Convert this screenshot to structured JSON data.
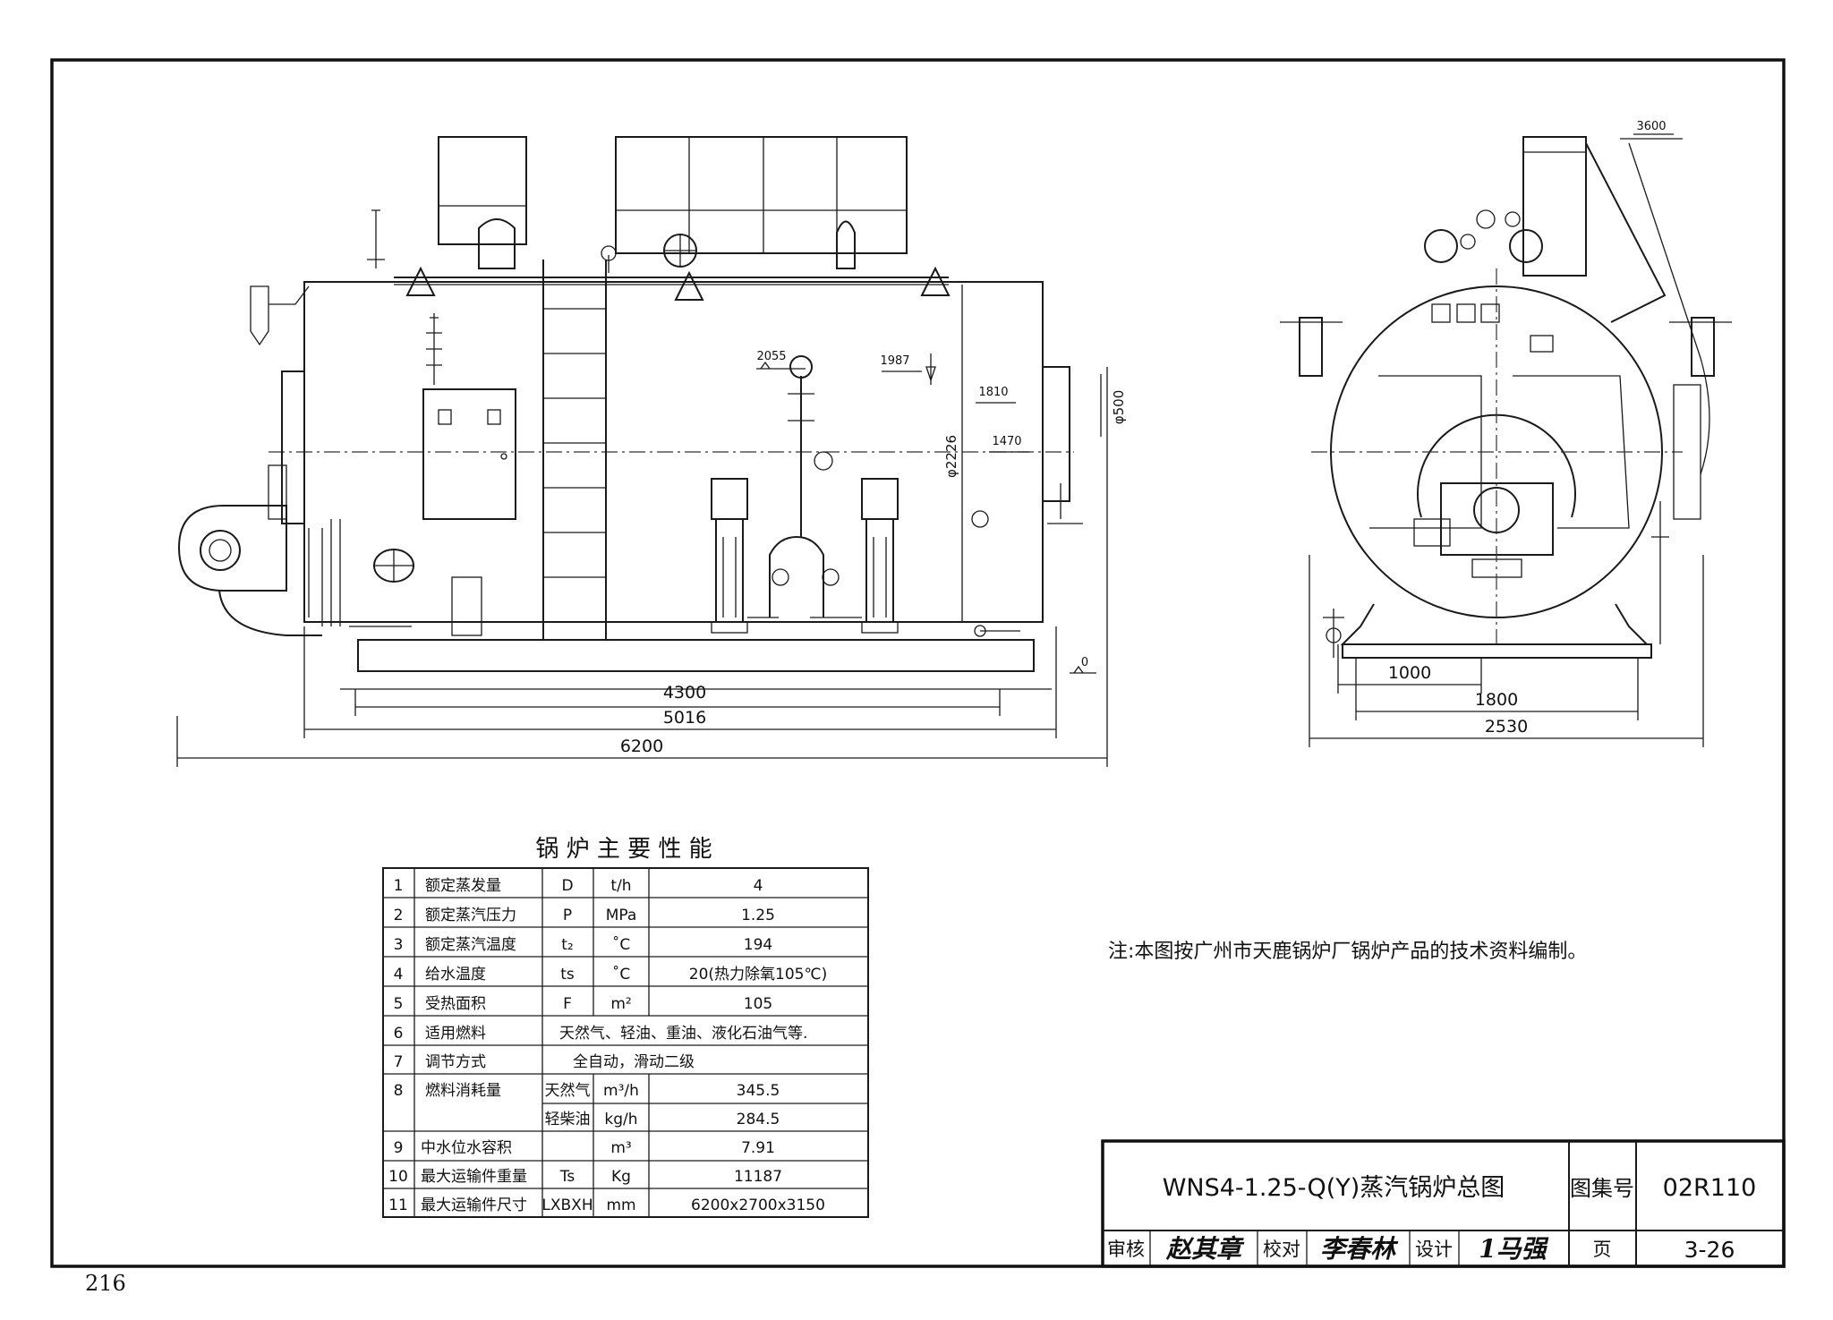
{
  "page_number": "216",
  "front_view": {
    "dims": {
      "d4300": "4300",
      "d5016": "5016",
      "d6200": "6200",
      "d2055": "2055",
      "d1987": "1987",
      "d1810": "1810",
      "d1470": "1470",
      "d0": "0",
      "phi500": "φ500",
      "phi2226": "φ2226"
    }
  },
  "side_view": {
    "dims": {
      "d3600": "3600",
      "d1000": "1000",
      "d1800": "1800",
      "d2530": "2530"
    }
  },
  "spec_table": {
    "title": "锅 炉 主 要 性 能",
    "rows": [
      {
        "no": "1",
        "name": "额定蒸发量",
        "sym": "D",
        "unit": "t/h",
        "value": "4"
      },
      {
        "no": "2",
        "name": "额定蒸汽压力",
        "sym": "P",
        "unit": "MPa",
        "value": "1.25"
      },
      {
        "no": "3",
        "name": "额定蒸汽温度",
        "sym": "t₂",
        "unit": "˚C",
        "value": "194"
      },
      {
        "no": "4",
        "name": "给水温度",
        "sym": "ts",
        "unit": "˚C",
        "value": "20(热力除氧105℃)"
      },
      {
        "no": "5",
        "name": "受热面积",
        "sym": "F",
        "unit": "m²",
        "value": "105"
      },
      {
        "no": "6",
        "name": "适用燃料",
        "wide": "天然气、轻油、重油、液化石油气等."
      },
      {
        "no": "7",
        "name": "调节方式",
        "wide": "全自动，滑动二级"
      },
      {
        "no": "8",
        "name": "燃料消耗量",
        "sub": [
          {
            "sym": "天然气",
            "unit": "m³/h",
            "value": "345.5"
          },
          {
            "sym": "轻柴油",
            "unit": "kg/h",
            "value": "284.5"
          }
        ]
      },
      {
        "no": "9",
        "name": "中水位水容积",
        "sym": "",
        "unit": "m³",
        "value": "7.91"
      },
      {
        "no": "10",
        "name": "最大运输件重量",
        "sym": "Ts",
        "unit": "Kg",
        "value": "11187"
      },
      {
        "no": "11",
        "name": "最大运输件尺寸",
        "sym": "LXBXH",
        "unit": "mm",
        "value": "6200x2700x3150"
      }
    ]
  },
  "note": "注:本图按广州市天鹿锅炉厂锅炉产品的技术资料编制。",
  "title_block": {
    "drawing_title": "WNS4-1.25-Q(Y)蒸汽锅炉总图",
    "atlas_label": "图集号",
    "atlas_no": "02R110",
    "review_label": "审核",
    "review_sig": "赵其章",
    "check_label": "校对",
    "check_sig": "李春林",
    "design_label": "设计",
    "design_sig": "1马强",
    "page_label": "页",
    "page_value": "3-26"
  },
  "colors": {
    "ink": "#1a1a1a",
    "paper": "#ffffff"
  }
}
